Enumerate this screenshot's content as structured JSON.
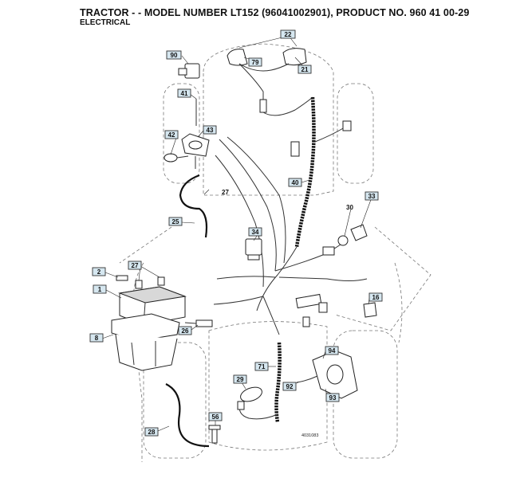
{
  "header": {
    "title": "TRACTOR - - MODEL NUMBER LT152 (96041002901), PRODUCT NO. 960 41 00-29",
    "subtitle": "ELECTRICAL"
  },
  "callouts": {
    "c22": "22",
    "c79": "79",
    "c21": "21",
    "c90": "90",
    "c41": "41",
    "c43": "43",
    "c42": "42",
    "c40": "40",
    "c33": "33",
    "c30": "30",
    "c25": "25",
    "c34": "34",
    "c2": "2",
    "c27": "27",
    "c1": "1",
    "c16": "16",
    "c8": "8",
    "c26": "26",
    "c94": "94",
    "c71": "71",
    "c29": "29",
    "c92": "92",
    "c93": "93",
    "c28": "28",
    "c56": "56"
  },
  "plain_labels": {
    "p27": "27"
  },
  "drawing_id": "4031083",
  "colors": {
    "callout_fill": "#d6e7f0",
    "line": "#222222",
    "outline_dash": "#777777"
  }
}
